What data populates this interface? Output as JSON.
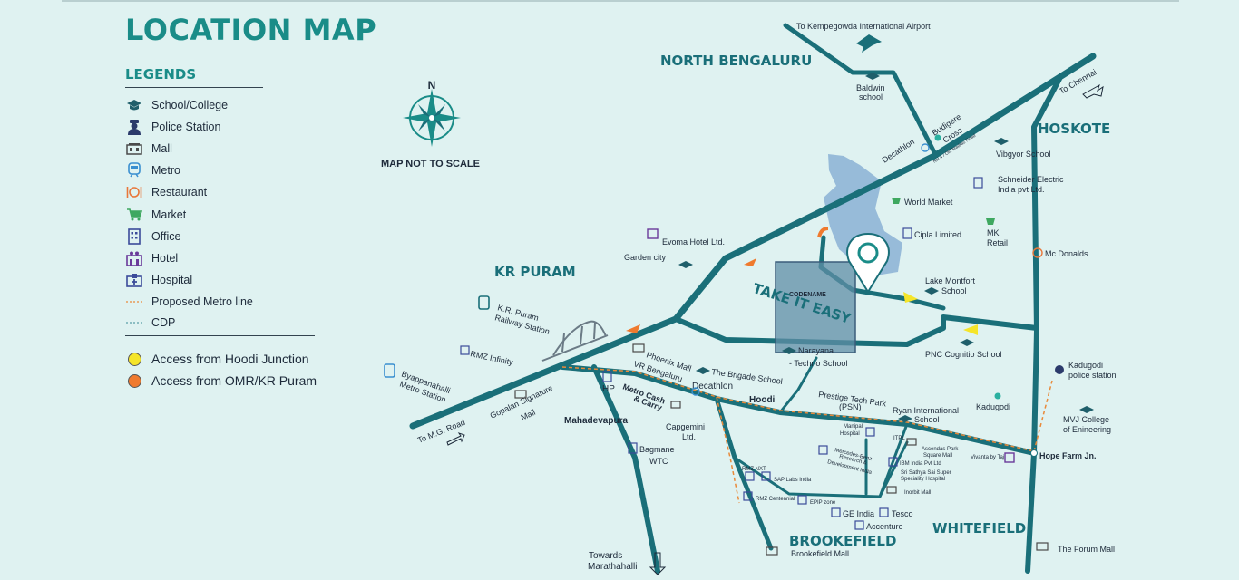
{
  "header": {
    "title": "LOCATION MAP",
    "legends_title": "LEGENDS"
  },
  "legend": {
    "items": [
      {
        "label": "School/College",
        "icon": "school-icon"
      },
      {
        "label": "Police Station",
        "icon": "police-icon"
      },
      {
        "label": "Mall",
        "icon": "mall-icon"
      },
      {
        "label": "Metro",
        "icon": "metro-icon"
      },
      {
        "label": "Restaurant",
        "icon": "restaurant-icon"
      },
      {
        "label": "Market",
        "icon": "market-icon"
      },
      {
        "label": "Office",
        "icon": "office-icon"
      },
      {
        "label": "Hotel",
        "icon": "hotel-icon"
      },
      {
        "label": "Hospital",
        "icon": "hospital-icon"
      },
      {
        "label": "Proposed Metro line",
        "icon": "proposed-metro-line-icon"
      },
      {
        "label": "CDP",
        "icon": "cdp-line-icon"
      }
    ],
    "access": [
      {
        "label": "Access from Hoodi Junction",
        "color": "#f5e52a"
      },
      {
        "label": "Access from OMR/KR Puram",
        "color": "#ef7a2e"
      }
    ]
  },
  "colors": {
    "road": "#1a6f79",
    "accent": "#1a8c88",
    "water": "#8fb5d6",
    "background": "#dff2f1",
    "metro_dash": "#e98a3a"
  },
  "compass": {
    "north": "N",
    "note": "MAP NOT TO SCALE"
  },
  "project": {
    "codename": "CODENAME",
    "tagline": "TAKE IT EASY"
  },
  "areas": {
    "north_bengaluru": "NORTH BENGALURU",
    "kr_puram": "KR PURAM",
    "hoskote": "HOSKOTE",
    "brookefield": "BROOKEFIELD",
    "whitefield": "WHITEFIELD"
  },
  "places": {
    "airport": "To Kempegowda International Airport",
    "chennai": "To Chennai",
    "mg_road": "To M.G. Road",
    "marathahalli_1": "Towards",
    "marathahalli_2": "Marathahalli",
    "road_label": "NH 4 / Old Madras Road",
    "baldwin_1": "Baldwin",
    "baldwin_2": "school",
    "budigere_1": "Budigere",
    "budigere_2": "Cross",
    "decathlon_north": "Decathlon",
    "vibgyor": "Vibgyor School",
    "schneider_1": "Schneider Electric",
    "schneider_2": "India pvt Ltd.",
    "world_market": "World Market",
    "cipla": "Cipla Limited",
    "mk_retail_1": "MK",
    "mk_retail_2": "Retail",
    "mc_donalds": "Mc Donalds",
    "lake_montfort_1": "Lake Montfort",
    "lake_montfort_2": "School",
    "pnc": "PNC Cognitio School",
    "kadugodi_police_1": "Kadugodi",
    "kadugodi_police_2": "police station",
    "kadugodi": "Kadugodi",
    "mvj_1": "MVJ College",
    "mvj_2": "of Enineering",
    "hope_farm": "Hope Farm Jn.",
    "forum_mall": "The Forum Mall",
    "evoma": "Evoma Hotel Ltd.",
    "garden_city": "Garden city",
    "kr_puram_station_1": "K.R. Puram",
    "kr_puram_station_2": "Railway Station",
    "rmz_infinity": "RMZ Infinity",
    "byappanahalli_1": "Byappanahalli",
    "byappanahalli_2": "Metro Station",
    "gopalan_1": "Gopalan Signature",
    "gopalan_2": "Mall",
    "phoenix": "Phoenix Mall",
    "vr_bengaluru": "VR Bengaluru",
    "brigade": "The Brigade School",
    "decathlon_south": "Decathlon",
    "hoodi": "Hoodi",
    "narayana_1": "Narayana",
    "narayana_2": "- Techno School",
    "prestige_1": "Prestige Tech Park",
    "prestige_2": "(PSN)",
    "ryan_1": "Ryan International",
    "ryan_2": "School",
    "hp": "HP",
    "metro_cash_1": "Metro Cash",
    "metro_cash_2": "& Carry",
    "mahadevapura": "Mahadevapura",
    "capgemini_1": "Capgemini",
    "capgemini_2": "Ltd.",
    "bagmane_1": "Bagmane",
    "bagmane_2": "WTC",
    "manipal_1": "Manipal",
    "manipal_2": "Hospital",
    "itpl": "ITPL",
    "ascendas_1": "Ascendas Park",
    "ascendas_2": "Square Mall",
    "vivanta": "Vivanta by Taj",
    "mercedes_1": "Mercedes-Benz",
    "mercedes_2": "Research &",
    "mercedes_3": "Development India",
    "ibm": "IBM India Pvt Ltd",
    "sathya_1": "Sri Sathya Sai Super",
    "sathya_2": "Speciality Hospital",
    "rmz_nxt": "RMZ NXT",
    "sap": "SAP Labs India",
    "rmz_centennial": "RMZ Centennial",
    "epip": "EPIP zone",
    "inorbit": "Inorbit Mall",
    "ge_india": "GE India",
    "tesco": "Tesco",
    "accenture": "Accenture",
    "brookefield_mall": "Brookefield Mall"
  }
}
